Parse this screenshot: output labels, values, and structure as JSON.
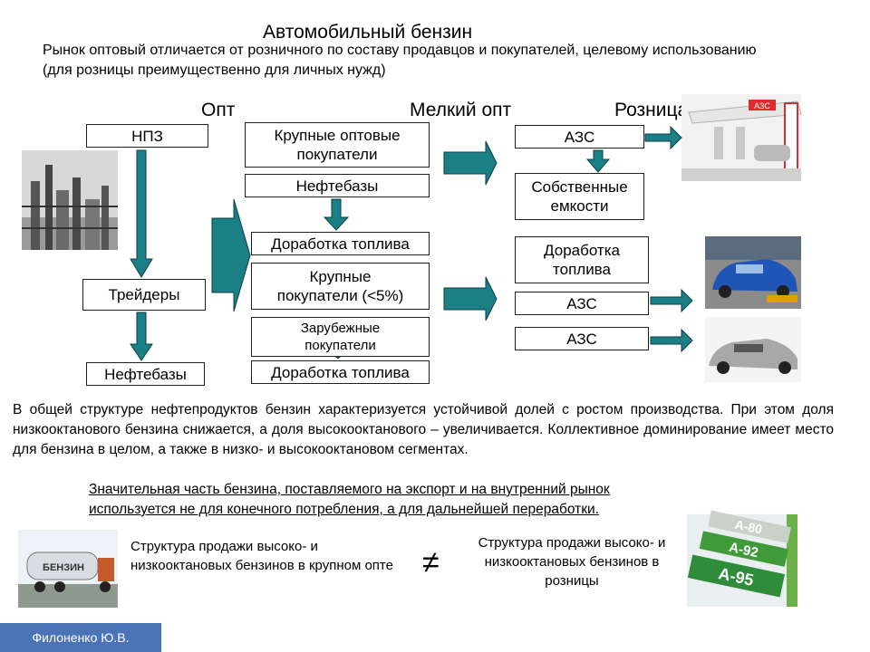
{
  "title": "Автомобильный бензин",
  "intro": "Рынок оптовый отличается от розничного по составу продавцов и покупателей, целевому использованию (для розницы преимущественно для личных нужд)",
  "columns": {
    "opt": "Опт",
    "small_opt": "Мелкий опт",
    "retail": "Розница"
  },
  "boxes": {
    "npz": "НПЗ",
    "traders": "Трейдеры",
    "neftebazy_left": "Нефтебазы",
    "large_buyers_1": "Крупные оптовые",
    "large_buyers_2": "покупатели",
    "neftebazy_mid": "Нефтебазы",
    "dorabotka_1": "Доработка топлива",
    "krupnye_1": "Крупные",
    "krupnye_2": "покупатели (<5%)",
    "zarub_1": "Зарубежные",
    "zarub_2": "покупатели",
    "dorabotka_2": "Доработка топлива",
    "azs_1": "АЗС",
    "own_tanks_1": "Собственные",
    "own_tanks_2": "емкости",
    "dorabotka_r1": "Доработка",
    "dorabotka_r2": "топлива",
    "azs_2": "АЗС",
    "azs_3": "АЗС"
  },
  "paragraph": "В общей структуре нефтепродуктов бензин характеризуется устойчивой долей с ростом производства. При этом доля низкооктанового бензина снижается, а доля высокооктанового – увеличивается. Коллективное доминирование имеет место для бензина в целом, а также в низко- и высокооктановом сегментах.",
  "underlined_line1": "Значительная часть бензина, поставляемого на экспорт и на внутренний рынок",
  "underlined_line2": "используется не для конечного потребления, а для дальнейшей переработки.",
  "caption_left": "Структура продажи высоко- и низкооктановых бензинов в крупном опте",
  "not_equal": "≠",
  "caption_right": "Структура продажи высоко- и низкооктановых бензинов в розницы",
  "truck_text": "БЕНЗИН",
  "station_sign": "АЗС",
  "fuel_labels": [
    "А-80",
    "А-92",
    "А-95"
  ],
  "footer": "Филоненко Ю.В.",
  "colors": {
    "arrow": "#1b7f86",
    "arrow_stroke": "#0a3f45",
    "footer_bg": "#4b74b8"
  }
}
